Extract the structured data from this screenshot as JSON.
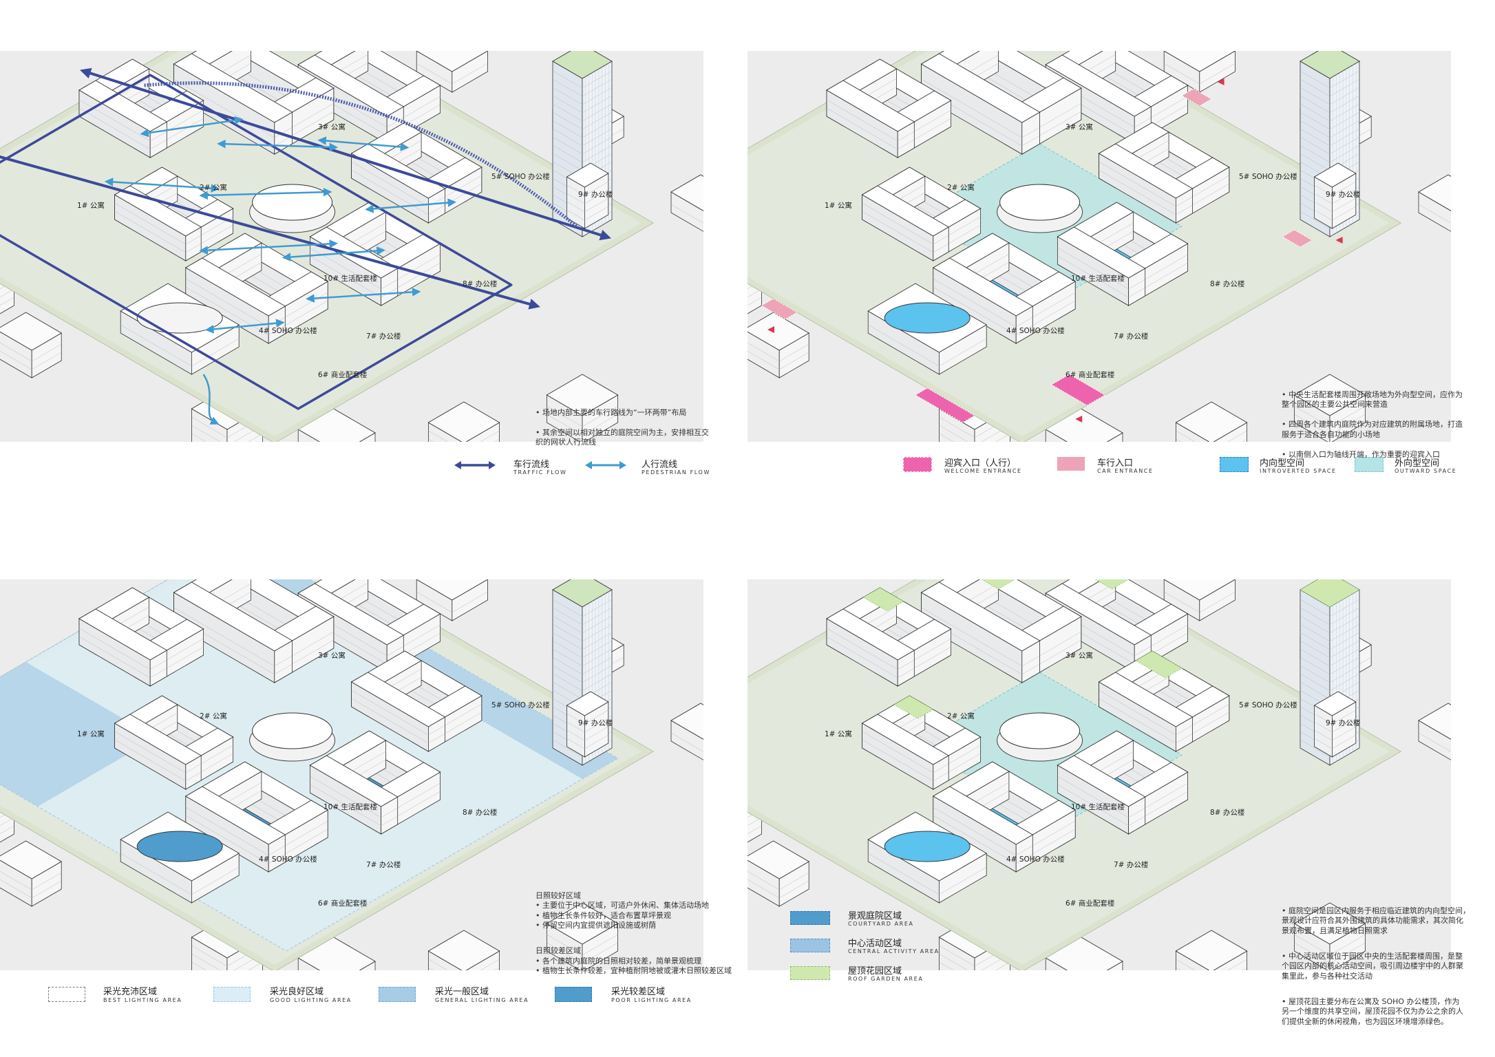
{
  "panels": [
    {
      "id": "flow",
      "buildings": {
        "b1": "1# 公寓",
        "b2": "2# 公寓",
        "b3": "3# 公寓",
        "b4": "4# SOHO 办公楼",
        "b5": "5# SOHO 办公楼",
        "b6": "6# 商业配套楼",
        "b7": "7# 办公楼",
        "b8": "8# 办公楼",
        "b9": "9# 办公楼",
        "b10": "10# 生活配套楼"
      },
      "notes": [
        "• 场地内部主要的车行路线为“一环两带”布局",
        "• 其余空间以相对独立的庭院空间为主，安排相互交\n  织的网状人行流线"
      ]
    },
    {
      "id": "entrance",
      "buildings": {
        "b1": "1# 公寓",
        "b2": "2# 公寓",
        "b3": "3# 公寓",
        "b4": "4# SOHO 办公楼",
        "b5": "5# SOHO 办公楼",
        "b6": "6# 商业配套楼",
        "b7": "7# 办公楼",
        "b8": "8# 办公楼",
        "b9": "9# 办公楼",
        "b10": "10# 生活配套楼"
      },
      "notes": [
        "• 中央生活配套楼周围开敞场地为外向型空间，应作为\n  整个园区的主要公共空间来营造",
        "• 四周各个建筑内庭院作为对应建筑的附属场地，打造\n  服务于适合各自功能的小场地",
        "• 以南侧入口为轴线开端，作为重要的迎宾入口"
      ]
    },
    {
      "id": "lighting",
      "buildings": {
        "b1": "1# 公寓",
        "b2": "2# 公寓",
        "b3": "3# 公寓",
        "b4": "4# SOHO 办公楼",
        "b5": "5# SOHO 办公楼",
        "b6": "6# 商业配套楼",
        "b7": "7# 办公楼",
        "b8": "8# 办公楼",
        "b9": "9# 办公楼",
        "b10": "10# 生活配套楼"
      },
      "notes": [
        "日照较好区域\n• 主要位于中心区域，可适户外休闲、集体活动场地\n• 植物生长条件较好，适合布置草坪景观\n• 停留空间内宜提供遮阳设施或树荫",
        "日照较差区域\n• 各个建筑内庭院的日照相对较差，简单景观梳理\n• 植物生长条件较差，宜种植耐阴地被或灌木日照较差区域"
      ]
    },
    {
      "id": "zones",
      "buildings": {
        "b1": "1# 公寓",
        "b2": "2# 公寓",
        "b3": "3# 公寓",
        "b4": "4# SOHO 办公楼",
        "b5": "5# SOHO 办公楼",
        "b6": "6# 商业配套楼",
        "b7": "7# 办公楼",
        "b8": "8# 办公楼",
        "b9": "9# 办公楼",
        "b10": "10# 生活配套楼"
      },
      "notes": [
        "• 庭院空间是园区内服务于相应临近建筑的内向型空间，\n  景观设计应符合其外围建筑的具体功能需求，其次简化\n  景观布置，且满足植物日照需求",
        "• 中心活动区域位于园区中央的生活配套楼周围，是整\n  个园区内部的核心活动空间，吸引周边楼宇中的人群聚\n  集里此，参与各种社交活动",
        "• 屋顶花园主要分布在公寓及 SOHO 办公楼顶，作为\n  另一个维度的共享空间，屋顶花园不仅为办公之余的人\n  们提供全新的休闲视角，也为园区环境增添绿色。"
      ]
    }
  ],
  "legend1": {
    "traffic": {
      "cn": "车行流线",
      "en": "Traffic flow"
    },
    "pedestrian": {
      "cn": "人行流线",
      "en": "Pedestrian flow"
    }
  },
  "legend2": {
    "welcome": {
      "cn": "迎宾入口（人行）",
      "en": "Welcome entrance"
    },
    "car": {
      "cn": "车行入口",
      "en": "Car entrance"
    },
    "introverted": {
      "cn": "内向型空间",
      "en": "Introverted space"
    },
    "outward": {
      "cn": "外向型空间",
      "en": "Outward space"
    }
  },
  "legend3": {
    "best": {
      "cn": "采光充沛区域",
      "en": "Best lighting area"
    },
    "good": {
      "cn": "采光良好区域",
      "en": "Good lighting area"
    },
    "general": {
      "cn": "采光一般区域",
      "en": "General lighting area"
    },
    "poor": {
      "cn": "采光较差区域",
      "en": "Poor lighting area"
    }
  },
  "legend4": {
    "courtyard": {
      "cn": "景观庭院区域",
      "en": "Courtyard area"
    },
    "central": {
      "cn": "中心活动区域",
      "en": "Central activity area"
    },
    "roof": {
      "cn": "屋顶花园区域",
      "en": "Roof garden area"
    }
  },
  "colors": {
    "traffic": "#3c4a9a",
    "pedestrian": "#3f9bd0",
    "welcome": "#ee63ad",
    "car": "#eda4b6",
    "introverted": "#5cc2ee",
    "outward": "#b4e4e6",
    "good": "#dcedf7",
    "general": "#a8cce6",
    "poor": "#4f9ccd",
    "courtyard": "#4f9ccd",
    "central": "#9cc3e2",
    "roof": "#cfe8b0"
  }
}
